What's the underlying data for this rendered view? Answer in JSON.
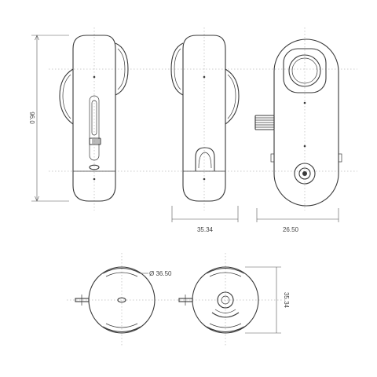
{
  "dimensions": {
    "height": "96.0",
    "depth": "35.34",
    "width": "26.50",
    "lens_diameter": "Ø 36.50",
    "bottom_depth": "35.34"
  },
  "colors": {
    "outline": "#3a3a3a",
    "dimension_line": "#555555",
    "center_line": "#9a9a9a",
    "background": "#ffffff"
  }
}
